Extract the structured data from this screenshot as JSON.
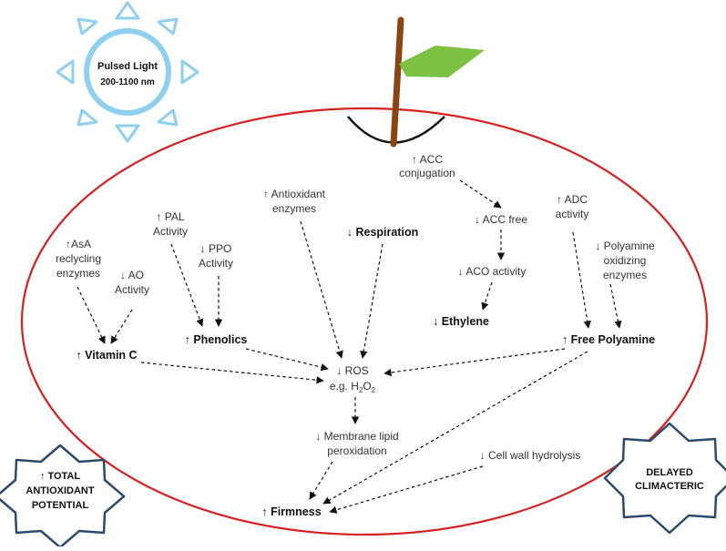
{
  "sun": {
    "line1": "Pulsed Light",
    "line2": "200-1100 nm"
  },
  "left_star": {
    "line1": "↑ TOTAL",
    "line2": "ANTIOXIDANT",
    "line3": "POTENTIAL"
  },
  "right_star": {
    "line1": "DELAYED",
    "line2": "CLIMACTERIC"
  },
  "colors": {
    "apple_outline": "#d62020",
    "stem": "#8b4513",
    "leaf": "#7cc142",
    "sun": "#8fd0ee",
    "star": "#2c4a6b"
  },
  "nodes": {
    "acc_conjugation": [
      "↑ ACC",
      "conjugation"
    ],
    "acc_free": [
      "↓ ACC free"
    ],
    "aco_activity": [
      "↓ ACO activity"
    ],
    "ethylene": [
      "↓ Ethylene"
    ],
    "adc_activity": [
      "↑ ADC",
      "activity"
    ],
    "polyamine_oxidizing": [
      "↓ Polyamine",
      "oxidizing",
      "enzymes"
    ],
    "free_polyamine": [
      "↑ Free Polyamine"
    ],
    "antioxidant_enzymes": [
      "↑ Antioxidant",
      "enzymes"
    ],
    "respiration": [
      "↓ Respiration"
    ],
    "pal_activity": [
      "↑ PAL",
      "Activity"
    ],
    "ppo_activity": [
      "↓ PPO",
      "Activity"
    ],
    "phenolics": [
      "↑ Phenolics"
    ],
    "asa_recycling": [
      "↑AsA",
      "reclycling",
      "enzymes"
    ],
    "ao_activity": [
      "↓ AO",
      "Activity"
    ],
    "vitamin_c": [
      "↑ Vitamin C"
    ],
    "ros": [
      "↓ ROS"
    ],
    "ros_example": [
      "e.g. H",
      "2",
      "O",
      "2"
    ],
    "membrane": [
      "↓ Membrane lipid",
      "peroxidation"
    ],
    "cell_wall": [
      "↓ Cell wall hydrolysis"
    ],
    "firmness": [
      "↑ Firmness"
    ]
  }
}
